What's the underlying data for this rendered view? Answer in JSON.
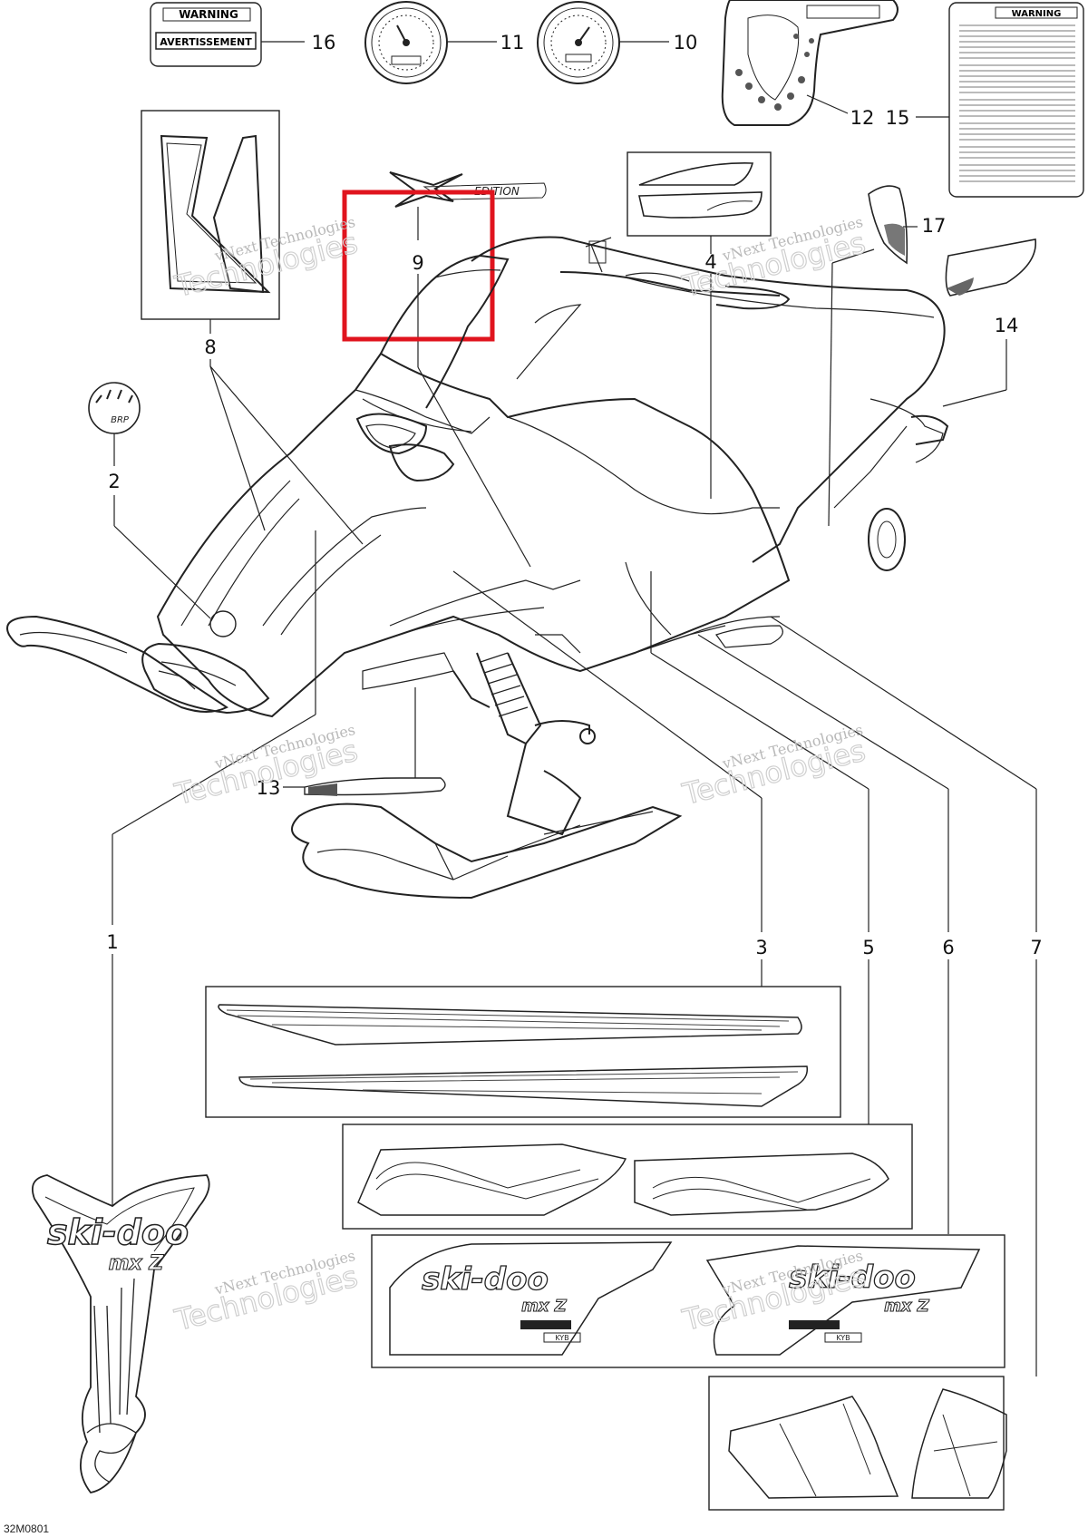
{
  "drawing_code": "32M0801",
  "callouts": [
    "1",
    "2",
    "3",
    "4",
    "5",
    "6",
    "7",
    "8",
    "9",
    "10",
    "11",
    "12",
    "13",
    "14",
    "15",
    "16",
    "17"
  ],
  "watermark": {
    "line1": "vNext Technologies",
    "line2": "Technologies"
  },
  "labels": {
    "warning": "WARNING",
    "avertissement": "AVERTISSEMENT",
    "edition": "EDITION",
    "brp": "BRP",
    "ski_doo": "ski-doo",
    "model": "mx Z",
    "shock": "KYB"
  },
  "highlight": {
    "target_callout": "9",
    "color": "#e0141e"
  },
  "colors": {
    "line": "#222222",
    "watermark": "#b9b9b9"
  }
}
